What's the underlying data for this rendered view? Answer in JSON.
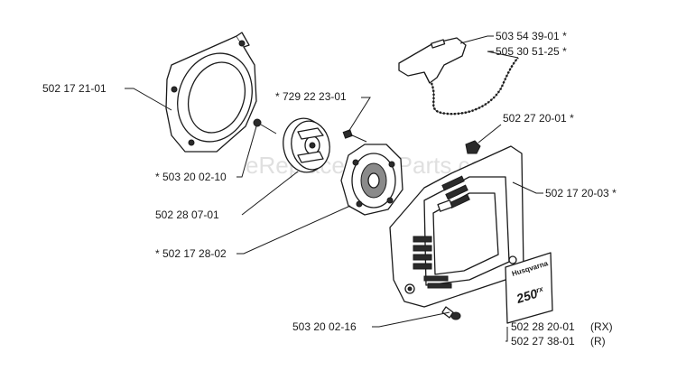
{
  "watermark": "eReplacementParts.com",
  "decal": {
    "brand": "Husqvarna",
    "model": "250",
    "model_suffix": "rx"
  },
  "labels": {
    "fan_housing": "502 17 21-01",
    "pulley_screw": "* 503 20 02-10",
    "pulley": "502 28 07-01",
    "center_screw": "* 729 22 23-01",
    "rewind_spring": "* 502 17 28-02",
    "handle": "503 54 39-01 *",
    "rope": "505 30 51-25 *",
    "nut": "502 27 20-01 *",
    "cover": "502 17 20-03 *",
    "cover_screw": "503 20 02-16",
    "decal_rx_number": "502 28 20-01",
    "decal_rx_variant": "(RX)",
    "decal_r_number": "502 27 38-01",
    "decal_r_variant": "(R)"
  }
}
